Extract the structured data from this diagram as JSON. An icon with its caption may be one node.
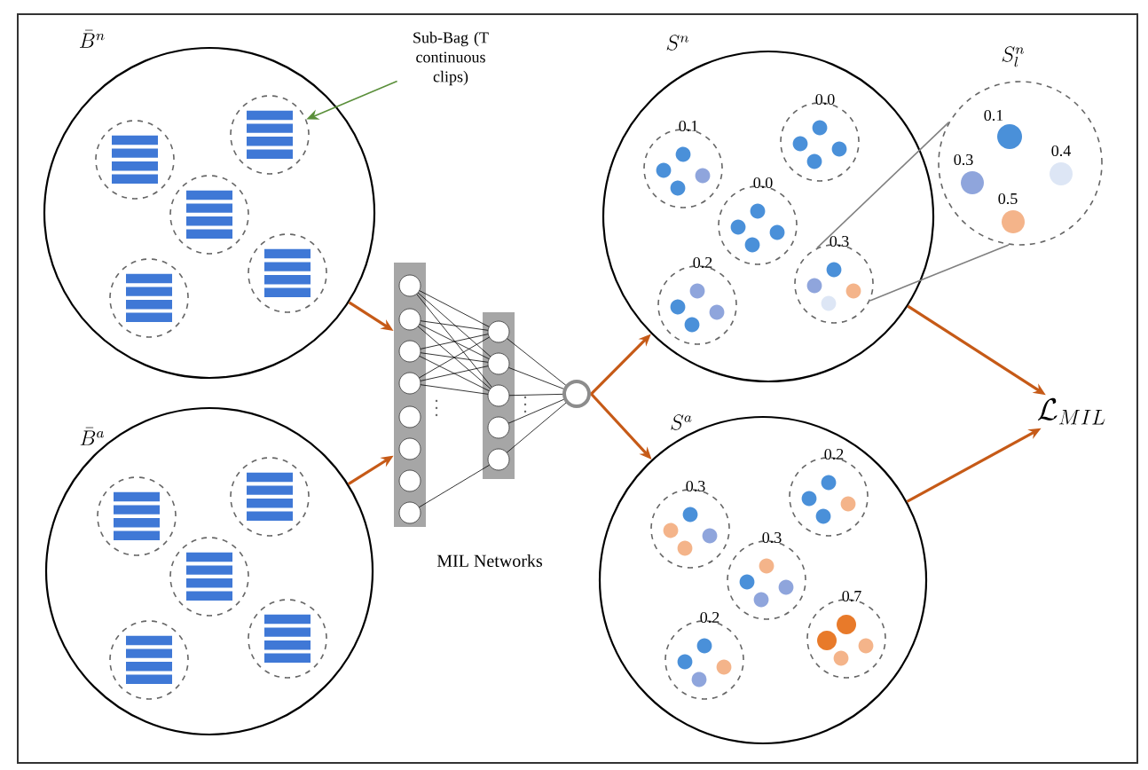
{
  "diagram": {
    "nodes": [
      {
        "text": [
          "\\bar{B}^n"
        ]
      },
      {
        "text": [
          "Sub-Bag (T continuous clips)"
        ]
      },
      {
        "text": [],
        "shape": "circle",
        "in": 0
      },
      {
        "text": [],
        "shape": "circle",
        "in": 0
      },
      {
        "text": [],
        "shape": "circle",
        "in": 0
      },
      {
        "text": [],
        "shape": "circle",
        "in": 0
      },
      {
        "text": [],
        "shape": "circle",
        "in": 0
      },
      {
        "text": [
          "\\bar{B}^a"
        ]
      },
      {
        "text": [],
        "shape": "circle",
        "in": 7
      },
      {
        "text": [],
        "shape": "circle",
        "in": 7
      },
      {
        "text": [],
        "shape": "circle",
        "in": 7
      },
      {
        "text": [],
        "shape": "circle",
        "in": 7
      },
      {
        "text": [],
        "shape": "circle",
        "in": 7
      },
      {
        "text": [
          "MIL Networks"
        ]
      },
      {
        "text": [
          "S^n"
        ]
      },
      {
        "text": [
          "0.0"
        ],
        "in": 14
      },
      {
        "text": [
          "0.1"
        ],
        "in": 14
      },
      {
        "text": [
          "0.0"
        ],
        "in": 14
      },
      {
        "text": [
          "0.3"
        ],
        "in": 14
      },
      {
        "text": [
          "0.2"
        ],
        "in": 14
      },
      {
        "text": [
          "S_l^n",
          "0.1",
          "0.3",
          "0.4",
          "0.5"
        ]
      },
      {
        "text": [
          "S^a"
        ]
      },
      {
        "text": [
          "0.2"
        ],
        "in": 21
      },
      {
        "text": [
          "0.3"
        ],
        "in": 21
      },
      {
        "text": [
          "0.3"
        ],
        "in": 21
      },
      {
        "text": [
          "0.7"
        ],
        "in": 21
      },
      {
        "text": [
          "0.2"
        ],
        "in": 21
      },
      {
        "text": [
          "\\mathcal{L}_{MIL}"
        ]
      }
    ],
    "edges": [
      {
        "from": 1,
        "to": 2,
        "arrow": "to",
        "color": "#5a8f3a"
      },
      {
        "from": 0,
        "to": 13,
        "arrow": "to"
      },
      {
        "from": 7,
        "to": 13,
        "arrow": "to"
      },
      {
        "from": 13,
        "to": 14,
        "arrow": "to"
      },
      {
        "from": 13,
        "to": 21,
        "arrow": "to"
      },
      {
        "from": 14,
        "to": 27,
        "arrow": "to"
      },
      {
        "from": 21,
        "to": 27,
        "arrow": "to"
      },
      {
        "from": 20,
        "to": 18,
        "arrow": "none",
        "color": "#808080"
      },
      {
        "from": 20,
        "to": 18,
        "arrow": "none",
        "color": "#808080"
      }
    ]
  }
}
